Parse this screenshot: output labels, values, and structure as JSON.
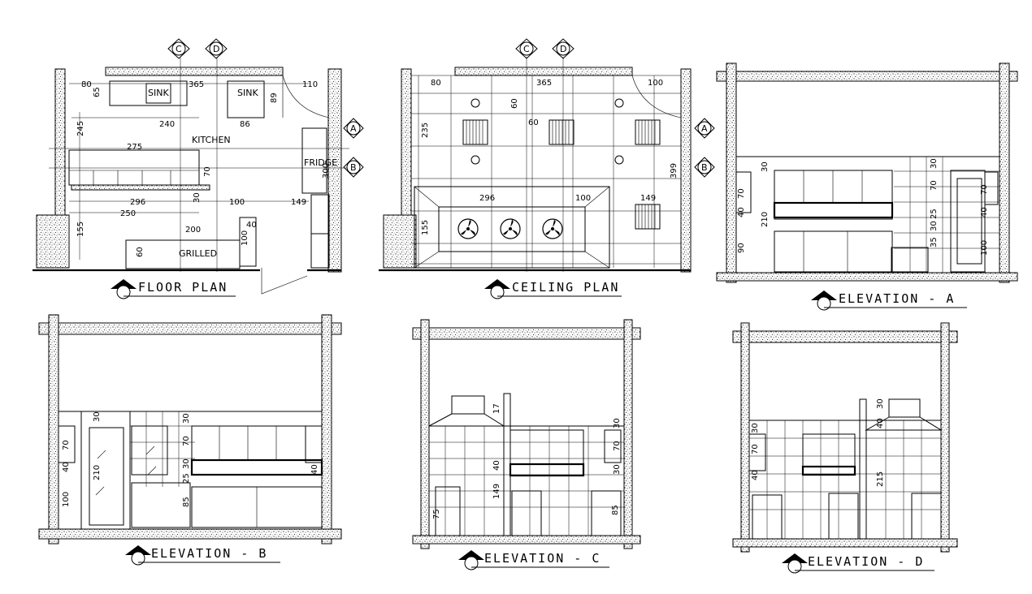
{
  "drawings": {
    "floor_plan": {
      "title": "FLOOR PLAN",
      "room_labels": [
        "SINK",
        "SINK",
        "KITCHEN",
        "FRIDGE",
        "GRILLED"
      ],
      "markers": [
        "C",
        "D",
        "A",
        "B"
      ],
      "dimensions": [
        "80",
        "365",
        "110",
        "65",
        "89",
        "240",
        "86",
        "245",
        "275",
        "70",
        "300",
        "296",
        "30",
        "100",
        "149",
        "250",
        "200",
        "40",
        "155",
        "60",
        "100"
      ]
    },
    "ceiling_plan": {
      "title": "CEILING PLAN",
      "markers": [
        "C",
        "D",
        "A",
        "B"
      ],
      "dimensions": [
        "80",
        "365",
        "100",
        "60",
        "60",
        "235",
        "399",
        "296",
        "100",
        "149",
        "155"
      ]
    },
    "elevation_a": {
      "title": "ELEVATION - A",
      "dimensions": [
        "30",
        "70",
        "40",
        "210",
        "90",
        "30",
        "70",
        "25",
        "30",
        "35",
        "70",
        "40",
        "100"
      ]
    },
    "elevation_b": {
      "title": "ELEVATION - B",
      "dimensions": [
        "30",
        "70",
        "40",
        "210",
        "100",
        "30",
        "70",
        "30",
        "25",
        "85",
        "40"
      ]
    },
    "elevation_c": {
      "title": "ELEVATION - C",
      "dimensions": [
        "17",
        "40",
        "149",
        "75",
        "30",
        "70",
        "30",
        "85"
      ]
    },
    "elevation_d": {
      "title": "ELEVATION - D",
      "dimensions": [
        "30",
        "70",
        "40",
        "30",
        "40",
        "215"
      ]
    }
  },
  "colors": {
    "ink": "#000000",
    "paper": "#ffffff"
  }
}
